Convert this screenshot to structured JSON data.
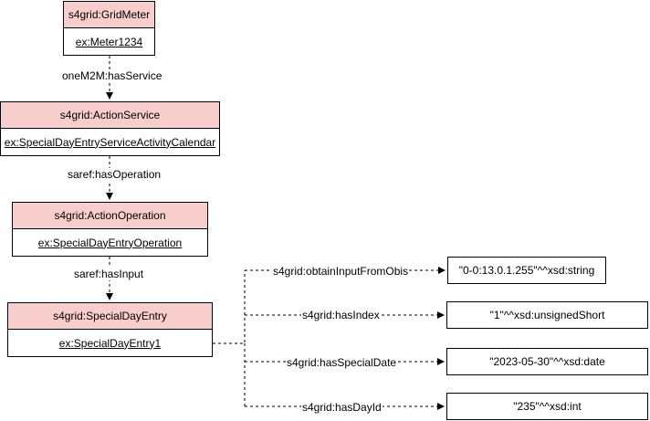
{
  "nodes": {
    "grid_meter": {
      "type": "s4grid:GridMeter",
      "instance": "ex:Meter1234"
    },
    "action_service": {
      "type": "s4grid:ActionService",
      "instance": "ex:SpecialDayEntryServiceActivityCalendar"
    },
    "action_operation": {
      "type": "s4grid:ActionOperation",
      "instance": "ex:SpecialDayEntryOperation"
    },
    "special_day_entry": {
      "type": "s4grid:SpecialDayEntry",
      "instance": "ex:SpecialDayEntry1"
    }
  },
  "edges": {
    "has_service": "oneM2M:hasService",
    "has_operation": "saref:hasOperation",
    "has_input": "saref:hasInput",
    "obtain_input_from_obis": "s4grid:obtainInputFromObis",
    "has_index": "s4grid:hasIndex",
    "has_special_date": "s4grid:hasSpecialDate",
    "has_day_id": "s4grid:hasDayId"
  },
  "literals": {
    "obis": "\"0-0:13.0.1.255\"^^xsd:string",
    "index": "\"1\"^^xsd:unsignedShort",
    "special_date": "\"2023-05-30\"^^xsd:date",
    "day_id": "\"235\"^^xsd:int"
  },
  "colors": {
    "class_fill": "#f8cecc",
    "stroke": "#000000"
  }
}
